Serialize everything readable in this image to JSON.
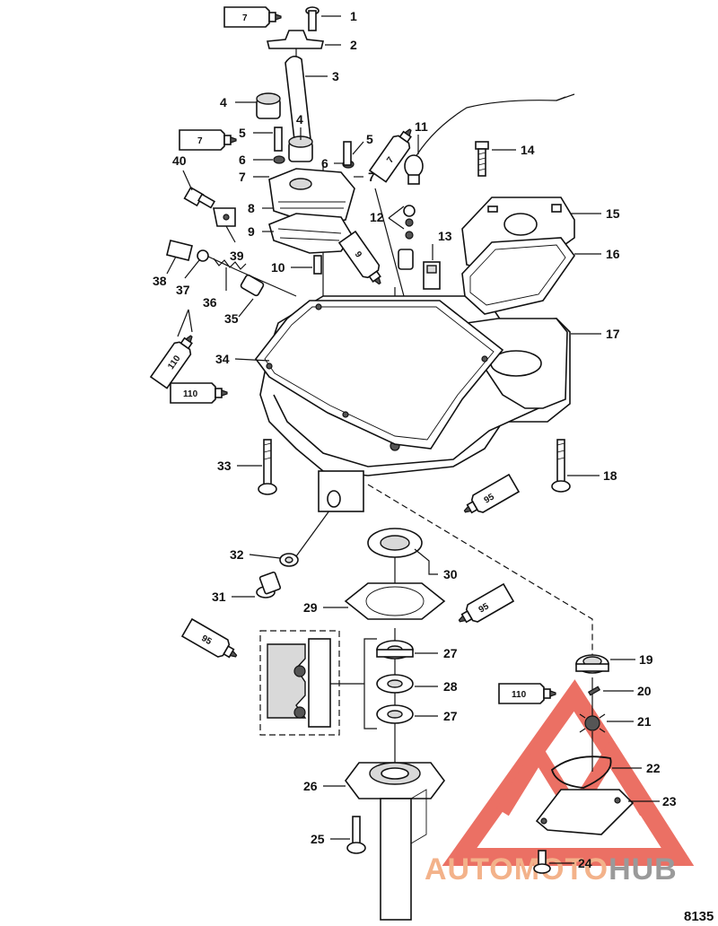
{
  "callouts": [
    "1",
    "2",
    "3",
    "4",
    "4",
    "5",
    "5",
    "6",
    "6",
    "7",
    "7",
    "8",
    "9",
    "10",
    "11",
    "12",
    "13",
    "14",
    "15",
    "16",
    "17",
    "18",
    "19",
    "20",
    "21",
    "22",
    "23",
    "24",
    "25",
    "26",
    "27",
    "27",
    "28",
    "29",
    "30",
    "31",
    "32",
    "33",
    "34",
    "35",
    "36",
    "37",
    "38",
    "39",
    "40"
  ],
  "sealant_tubes": [
    {
      "label": "7"
    },
    {
      "label": "7"
    },
    {
      "label": "7"
    },
    {
      "label": "9"
    },
    {
      "label": "110"
    },
    {
      "label": "110"
    },
    {
      "label": "110"
    },
    {
      "label": "95"
    },
    {
      "label": "95"
    },
    {
      "label": "95"
    }
  ],
  "watermark": {
    "part1": "AUTOMOTO",
    "part2": "HUB"
  },
  "figure_number": "8135",
  "colors": {
    "ink": "#111111",
    "watermark_red": "#e8584a",
    "watermark_gray": "#9a9a9a"
  }
}
